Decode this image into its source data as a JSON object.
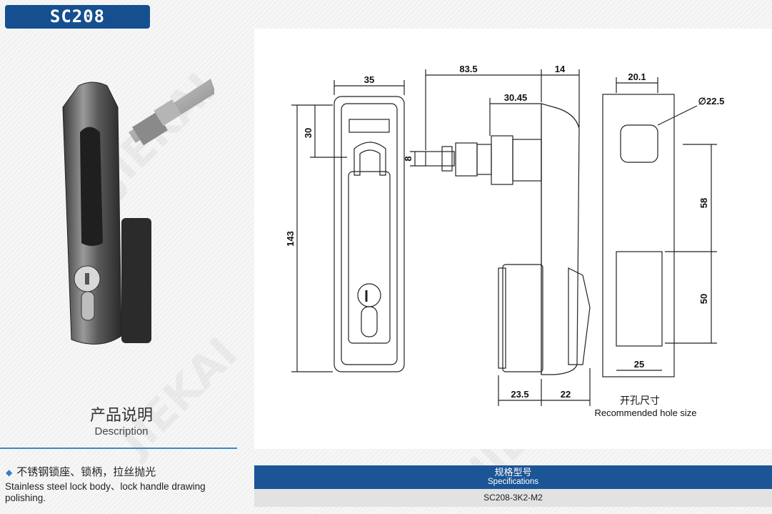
{
  "model": "SC208",
  "description": {
    "title_cn": "产品说明",
    "title_en": "Description",
    "feature_cn": "不锈钢锁座、锁柄，拉丝抛光",
    "feature_en": "Stainless steel lock body、lock handle drawing polishing."
  },
  "drawing": {
    "front_view": {
      "width": "35",
      "top_offset": "30",
      "height": "143"
    },
    "side_view": {
      "depth_total": "83.5",
      "body_depth": "14",
      "stud_depth": "30.45",
      "stud_diameter": "8",
      "bottom_left": "23.5",
      "bottom_right": "22"
    },
    "hole_view": {
      "top_width": "20.1",
      "diameter": "∅22.5",
      "spacing_upper": "58",
      "spacing_lower": "50",
      "bottom_width": "25",
      "caption_cn": "开孔尺寸",
      "caption_en": "Recommended hole size"
    }
  },
  "specifications": {
    "header_cn": "规格型号",
    "header_en": "Specifications",
    "code": "SC208-3K2-M2"
  },
  "colors": {
    "badge": "#154f8f",
    "spec_bar": "#1c5595",
    "accent_rule": "#3a89c8"
  }
}
